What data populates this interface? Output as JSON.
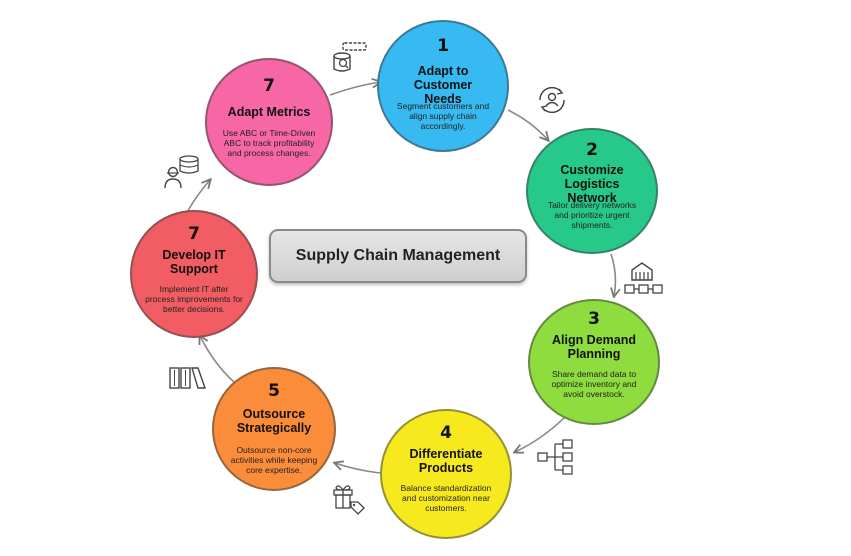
{
  "center": {
    "title": "Supply Chain Management"
  },
  "steps": [
    {
      "number": "1",
      "title": "Adapt to Customer Needs",
      "description": "Segment customers and align supply chain accordingly.",
      "color": "#37b9f1"
    },
    {
      "number": "2",
      "title": "Customize Logistics Network",
      "description": "Tailor delivery networks and prioritize urgent shipments.",
      "color": "#27c98a"
    },
    {
      "number": "3",
      "title": "Align Demand Planning",
      "description": "Share demand data to optimize inventory and avoid overstock.",
      "color": "#8fdc3e"
    },
    {
      "number": "4",
      "title": "Differentiate Products",
      "description": "Balance standardization and customization near customers.",
      "color": "#f6ea1f"
    },
    {
      "number": "5",
      "title": "Outsource Strategically",
      "description": "Outsource non-core activities while keeping core expertise.",
      "color": "#fb8c3a"
    },
    {
      "number": "7",
      "title": "Develop IT Support",
      "description": "Implement IT after process improvements for better decisions.",
      "color": "#f25d63"
    },
    {
      "number": "7",
      "title": "Adapt Metrics",
      "description": "Use ABC or Time-Driven ABC to track profitability and process changes.",
      "color": "#f766a5"
    }
  ],
  "icons": [
    "database-search-icon",
    "user-cycle-icon",
    "warehouse-network-icon",
    "hierarchy-icon",
    "gift-tag-icon",
    "documents-icon",
    "user-database-icon"
  ]
}
